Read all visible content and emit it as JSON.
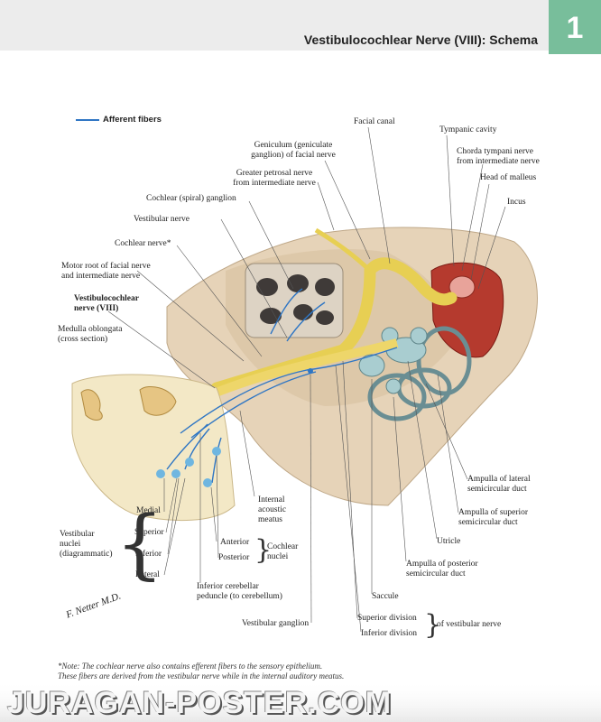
{
  "header": {
    "title": "Vestibulocochlear Nerve (VIII): Schema",
    "page_number": "1"
  },
  "legend": {
    "label": "Afferent fibers",
    "color": "#2f76c4"
  },
  "labels": {
    "facial_canal": "Facial canal",
    "tympanic_cavity": "Tympanic cavity",
    "geniculum_1": "Geniculum (geniculate",
    "geniculum_2": "ganglion) of facial nerve",
    "chorda_1": "Chorda tympani nerve",
    "chorda_2": "from intermediate nerve",
    "greater_petrosal_1": "Greater petrosal nerve",
    "greater_petrosal_2": "from intermediate nerve",
    "head_malleus": "Head of malleus",
    "cochlear_ganglion": "Cochlear (spiral) ganglion",
    "incus": "Incus",
    "vestibular_nerve": "Vestibular nerve",
    "cochlear_nerve": "Cochlear nerve*",
    "motor_root_1": "Motor root of facial nerve",
    "motor_root_2": "and intermediate nerve",
    "vestibulocochlear_1": "Vestibulocochlear",
    "vestibulocochlear_2": "nerve (VIII)",
    "medulla_1": "Medulla oblongata",
    "medulla_2": "(cross section)",
    "internal_meatus_1": "Internal",
    "internal_meatus_2": "acoustic",
    "internal_meatus_3": "meatus",
    "ampulla_lateral_1": "Ampulla of lateral",
    "ampulla_lateral_2": "semicircular duct",
    "ampulla_superior_1": "Ampulla of superior",
    "ampulla_superior_2": "semicircular duct",
    "utricle": "Utricle",
    "ampulla_posterior_1": "Ampulla of posterior",
    "ampulla_posterior_2": "semicircular duct",
    "medial": "Medial",
    "superior": "Superior",
    "inferior": "Inferior",
    "lateral": "Lateral",
    "vestibular_nuclei_1": "Vestibular",
    "vestibular_nuclei_2": "nuclei",
    "vestibular_nuclei_3": "(diagrammatic)",
    "anterior": "Anterior",
    "posterior": "Posterior",
    "cochlear_nuclei_1": "Cochlear",
    "cochlear_nuclei_2": "nuclei",
    "inferior_cerebellar_1": "Inferior cerebellar",
    "inferior_cerebellar_2": "peduncle (to cerebellum)",
    "saccule": "Saccule",
    "vestibular_ganglion": "Vestibular ganglion",
    "superior_division": "Superior division",
    "inferior_division": "Inferior division",
    "of_vestibular_nerve": "of vestibular nerve"
  },
  "signature": "F. Netter M.D.",
  "footnote": {
    "line1": "*Note: The cochlear nerve also contains efferent fibers to the sensory epithelium.",
    "line2": "These fibers are derived from the vestibular nerve while in the internal auditory meatus."
  },
  "watermark": "JURAGAN-POSTER.COM"
}
